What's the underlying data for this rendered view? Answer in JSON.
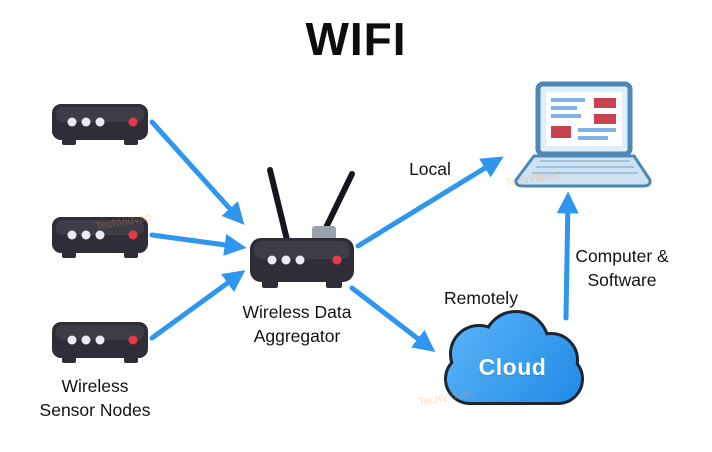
{
  "title": "WIFI",
  "watermark": "TechVidvan",
  "labels": {
    "local": "Local",
    "remotely": "Remotely",
    "computer_software_line1": "Computer &",
    "computer_software_line2": "Software",
    "aggregator_line1": "Wireless Data",
    "aggregator_line2": "Aggregator",
    "sensor_nodes_line1": "Wireless",
    "sensor_nodes_line2": "Sensor Nodes",
    "cloud": "Cloud"
  },
  "colors": {
    "arrow": "#2f96ee",
    "device": "#2e2d38",
    "led_white": "#eceaf2",
    "led_red": "#e8394a",
    "cloud_fill": "#2196f3",
    "cloud_outline": "#1c2733",
    "laptop_frame": "#4e86b4",
    "title_color": "#0d0d0d"
  },
  "diagram": {
    "type": "network-diagram",
    "nodes": [
      {
        "id": "sensor-1",
        "label": "Wireless Sensor Node"
      },
      {
        "id": "sensor-2",
        "label": "Wireless Sensor Node"
      },
      {
        "id": "sensor-3",
        "label": "Wireless Sensor Node"
      },
      {
        "id": "aggregator",
        "label": "Wireless Data Aggregator"
      },
      {
        "id": "laptop",
        "label": "Computer & Software"
      },
      {
        "id": "cloud",
        "label": "Cloud"
      }
    ],
    "edges": [
      {
        "from": "sensor-1",
        "to": "aggregator",
        "label": ""
      },
      {
        "from": "sensor-2",
        "to": "aggregator",
        "label": ""
      },
      {
        "from": "sensor-3",
        "to": "aggregator",
        "label": ""
      },
      {
        "from": "aggregator",
        "to": "laptop",
        "label": "Local"
      },
      {
        "from": "aggregator",
        "to": "cloud",
        "label": "Remotely"
      },
      {
        "from": "cloud",
        "to": "laptop",
        "label": ""
      }
    ]
  }
}
